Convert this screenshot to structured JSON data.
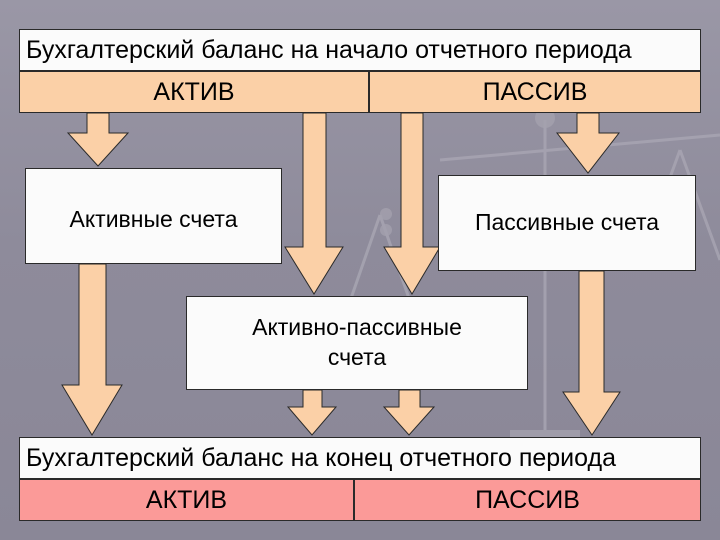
{
  "top_balance": {
    "title": "Бухгалтерский баланс на начало отчетного периода",
    "aktiv": "АКТИВ",
    "passiv": "ПАССИВ"
  },
  "accounts": {
    "active": "Активные счета",
    "passive": "Пассивные счета",
    "active_passive_line1": "Активно-пассивные",
    "active_passive_line2": "счета"
  },
  "bottom_balance": {
    "title": "Бухгалтерский баланс на конец отчетного периода",
    "aktiv": "АКТИВ",
    "passiv": "ПАССИВ"
  },
  "colors": {
    "arrow_fill": "#fbd0a7",
    "top_columns": "#fbd0a7",
    "bottom_columns": "#fb9a98"
  }
}
